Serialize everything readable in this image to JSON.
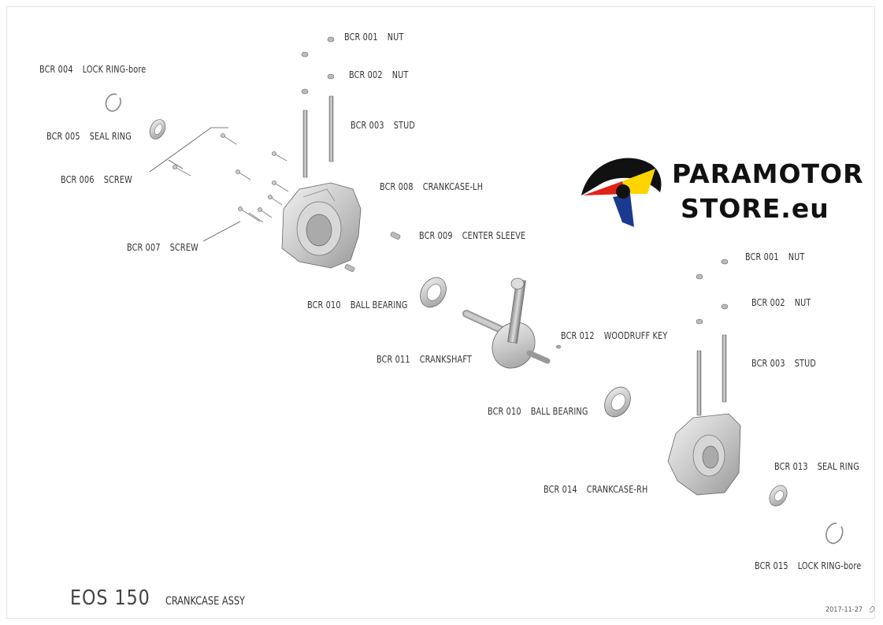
{
  "title": {
    "model": "EOS 150",
    "assembly": "CRANKCASE ASSY"
  },
  "date": "2017-11-27",
  "logo": {
    "line1": "PARAMOTOR",
    "line2": "STORE.eu",
    "colors": [
      "#e2231a",
      "#1a3a8f",
      "#ffd400",
      "#111111"
    ]
  },
  "labels": [
    {
      "code": "BCR 001",
      "name": "NUT"
    },
    {
      "code": "BCR 002",
      "name": "NUT"
    },
    {
      "code": "BCR 003",
      "name": "STUD"
    },
    {
      "code": "BCR 004",
      "name": "LOCK RING-bore"
    },
    {
      "code": "BCR 005",
      "name": "SEAL RING"
    },
    {
      "code": "BCR 006",
      "name": "SCREW"
    },
    {
      "code": "BCR 007",
      "name": "SCREW"
    },
    {
      "code": "BCR 008",
      "name": "CRANKCASE-LH"
    },
    {
      "code": "BCR 009",
      "name": "CENTER SLEEVE"
    },
    {
      "code": "BCR 010",
      "name": "BALL BEARING"
    },
    {
      "code": "BCR 011",
      "name": "CRANKSHAFT"
    },
    {
      "code": "BCR 012",
      "name": "WOODRUFF KEY"
    },
    {
      "code": "BCR 010",
      "name": "BALL BEARING"
    },
    {
      "code": "BCR 001",
      "name": "NUT"
    },
    {
      "code": "BCR 002",
      "name": "NUT"
    },
    {
      "code": "BCR 003",
      "name": "STUD"
    },
    {
      "code": "BCR 014",
      "name": "CRANKCASE-RH"
    },
    {
      "code": "BCR 013",
      "name": "SEAL RING"
    },
    {
      "code": "BCR 015",
      "name": "LOCK RING-bore"
    }
  ]
}
